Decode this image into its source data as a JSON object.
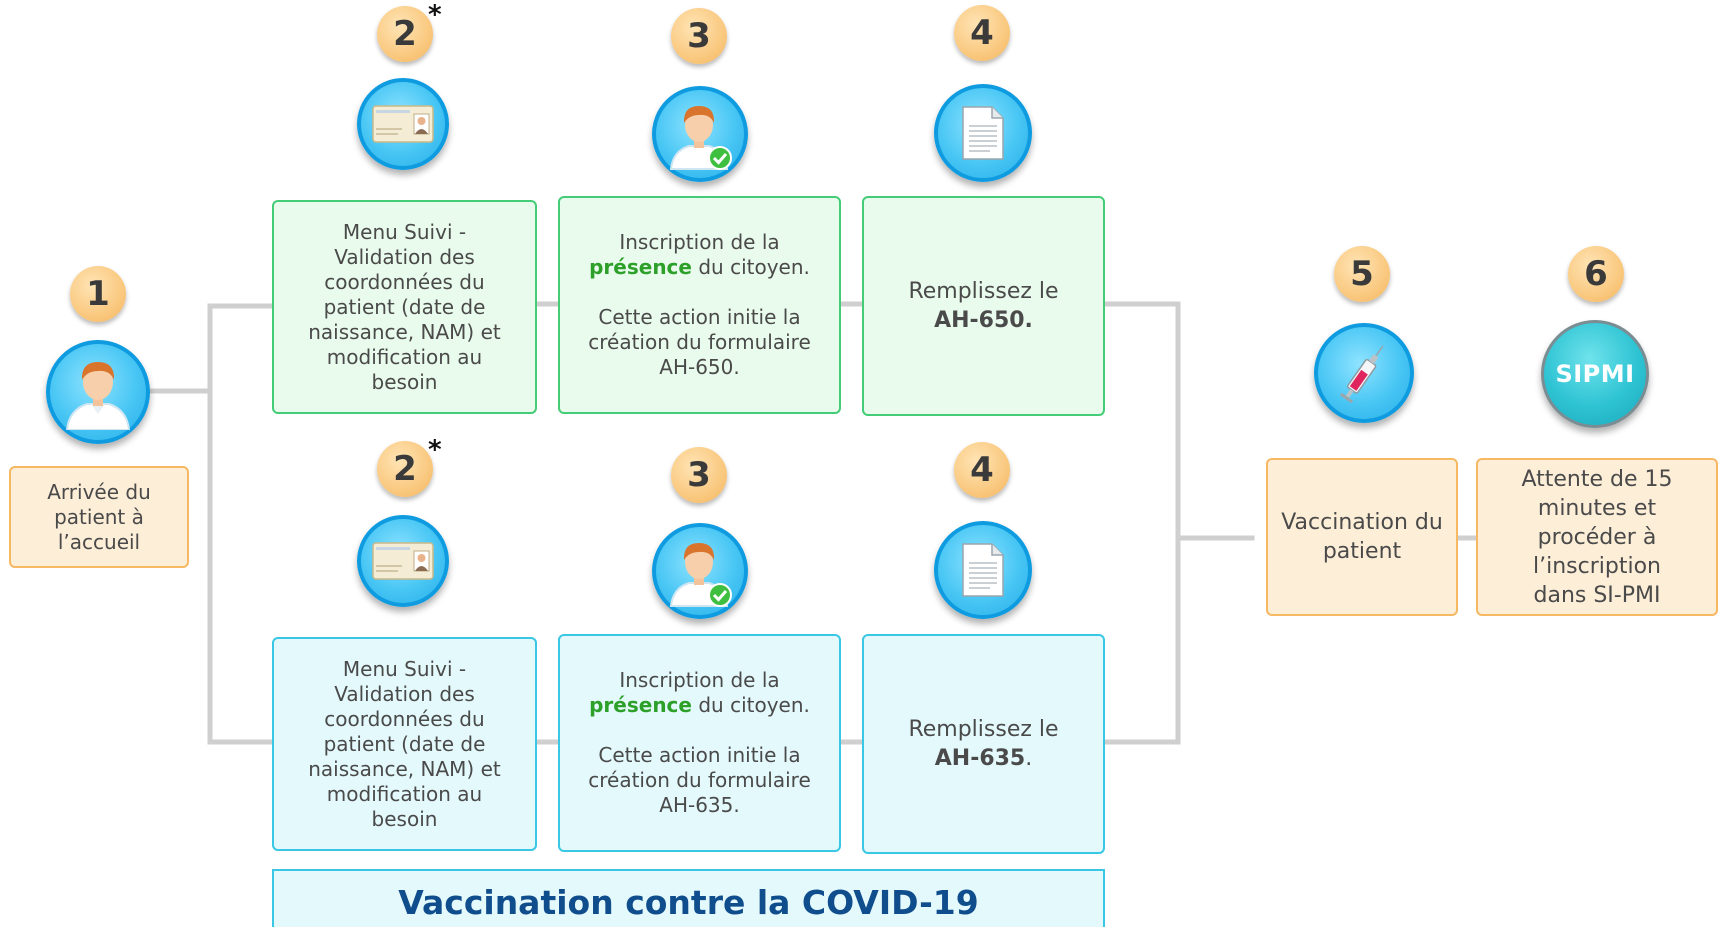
{
  "diagram": {
    "step1": {
      "number": "1",
      "label": "Arrivée du patient à l’accueil"
    },
    "row_top": {
      "step2": {
        "number": "2",
        "asterisk": "*",
        "lines": [
          "Menu Suivi -",
          "Validation des",
          "coordonnées du",
          "patient (date de",
          "naissance, NAM) et",
          "modification au",
          "besoin"
        ]
      },
      "step3": {
        "number": "3",
        "line1": "Inscription de la",
        "highlight": "présence",
        "line2_rest": " du citoyen.",
        "lines_after": [
          "Cette action initie la",
          "création du formulaire",
          "AH-650."
        ]
      },
      "step4": {
        "number": "4",
        "prefix": "Remplissez le",
        "form": "AH-650."
      }
    },
    "row_bottom": {
      "step2": {
        "number": "2",
        "asterisk": "*",
        "lines": [
          "Menu Suivi -",
          "Validation des",
          "coordonnées du",
          "patient (date de",
          "naissance, NAM) et",
          "modification au",
          "besoin"
        ]
      },
      "step3": {
        "number": "3",
        "line1": "Inscription de la",
        "highlight": "présence",
        "line2_rest": " du citoyen.",
        "lines_after": [
          "Cette action initie la",
          "création du formulaire",
          "AH-635."
        ]
      },
      "step4": {
        "number": "4",
        "prefix": "Remplissez le",
        "form": "AH-635",
        "suffix": "."
      }
    },
    "step5": {
      "number": "5",
      "label_lines": [
        "Vaccination du",
        "patient"
      ]
    },
    "step6": {
      "number": "6",
      "logo_text": "SIPMI",
      "label_lines": [
        "Attente de 15",
        "minutes et",
        "procéder à",
        "l’inscription",
        "dans SI-PMI"
      ]
    },
    "footer_title": "Vaccination contre la COVID-19"
  },
  "colors": {
    "badge": "#f9c77c",
    "icon_circle": "#48c6f4",
    "green_box": "#e9fbec",
    "green_border": "#45cc77",
    "cyan_box": "#e4f9fc",
    "cyan_border": "#39c7e3",
    "orange_box": "#fdeed8",
    "orange_border": "#f6b862",
    "highlight": "#2da02a",
    "title": "#0f4d8c",
    "connector": "#cfcfcf"
  },
  "icons": {
    "step1": "patient-avatar-icon",
    "step2": "id-card-icon",
    "step3": "patient-checked-icon",
    "step4": "document-icon",
    "step5": "syringe-icon"
  }
}
